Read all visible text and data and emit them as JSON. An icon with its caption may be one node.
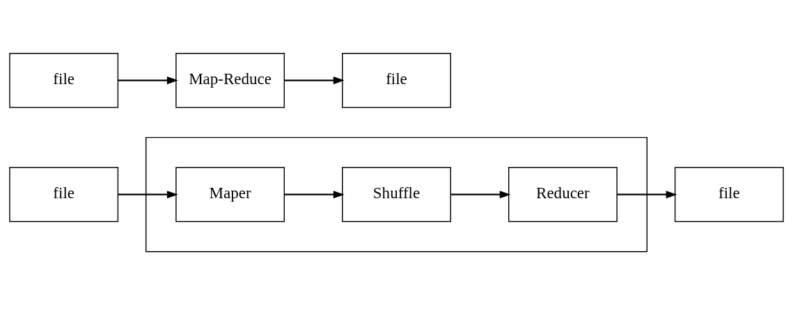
{
  "diagram": {
    "nodes": [
      {
        "text": [
          "file"
        ]
      },
      {
        "text": [
          "Map-Reduce"
        ]
      },
      {
        "text": [
          "file"
        ]
      },
      {
        "text": [],
        "shape": "box"
      },
      {
        "text": [
          "file"
        ]
      },
      {
        "text": [
          "Maper"
        ],
        "in": 3
      },
      {
        "text": [
          "Shuffle"
        ],
        "in": 3
      },
      {
        "text": [
          "Reducer"
        ],
        "in": 3
      },
      {
        "text": [
          "file"
        ]
      }
    ],
    "edges": [
      {
        "from": 0,
        "to": 1,
        "arrow": "to"
      },
      {
        "from": 1,
        "to": 2,
        "arrow": "to"
      },
      {
        "from": 4,
        "to": 5,
        "arrow": "to"
      },
      {
        "from": 5,
        "to": 6,
        "arrow": "to"
      },
      {
        "from": 6,
        "to": 7,
        "arrow": "to"
      },
      {
        "from": 7,
        "to": 8,
        "arrow": "to"
      }
    ]
  }
}
